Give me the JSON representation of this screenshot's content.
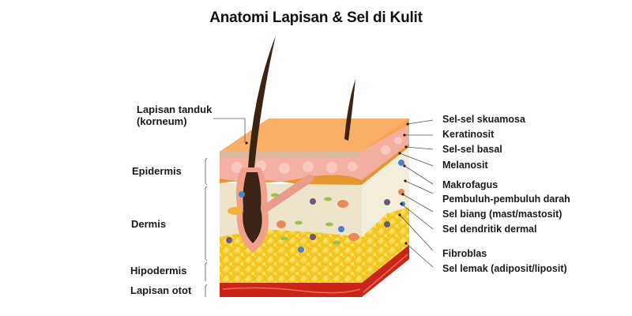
{
  "title": "Anatomi Lapisan & Sel di Kulit",
  "left_labels": {
    "stratum_corneum_line1": "Lapisan tanduk",
    "stratum_corneum_line2": "(korneum)",
    "epidermis": "Epidermis",
    "dermis": "Dermis",
    "hypodermis": "Hipodermis",
    "muscle": "Lapisan otot"
  },
  "right_labels": [
    {
      "label": "Sel-sel skuamosa"
    },
    {
      "label": "Keratinosit"
    },
    {
      "label": "Sel-sel basal"
    },
    {
      "label": "Melanosit"
    },
    {
      "label": "Makrofagus"
    },
    {
      "label": "Pembuluh-pembuluh darah"
    },
    {
      "label": "Sel biang (mast/mastosit)"
    },
    {
      "label": "Sel dendritik dermal"
    },
    {
      "label": "Fibroblas"
    },
    {
      "label": "Sel lemak (adiposit/liposit)"
    }
  ],
  "colors": {
    "corneum": "#f6a04d",
    "epidermis": "#f4b5a8",
    "dermis": "#ece3c9",
    "hypodermis": "#f6cf2a",
    "muscle": "#c8231a",
    "hair": "#3a2416"
  }
}
